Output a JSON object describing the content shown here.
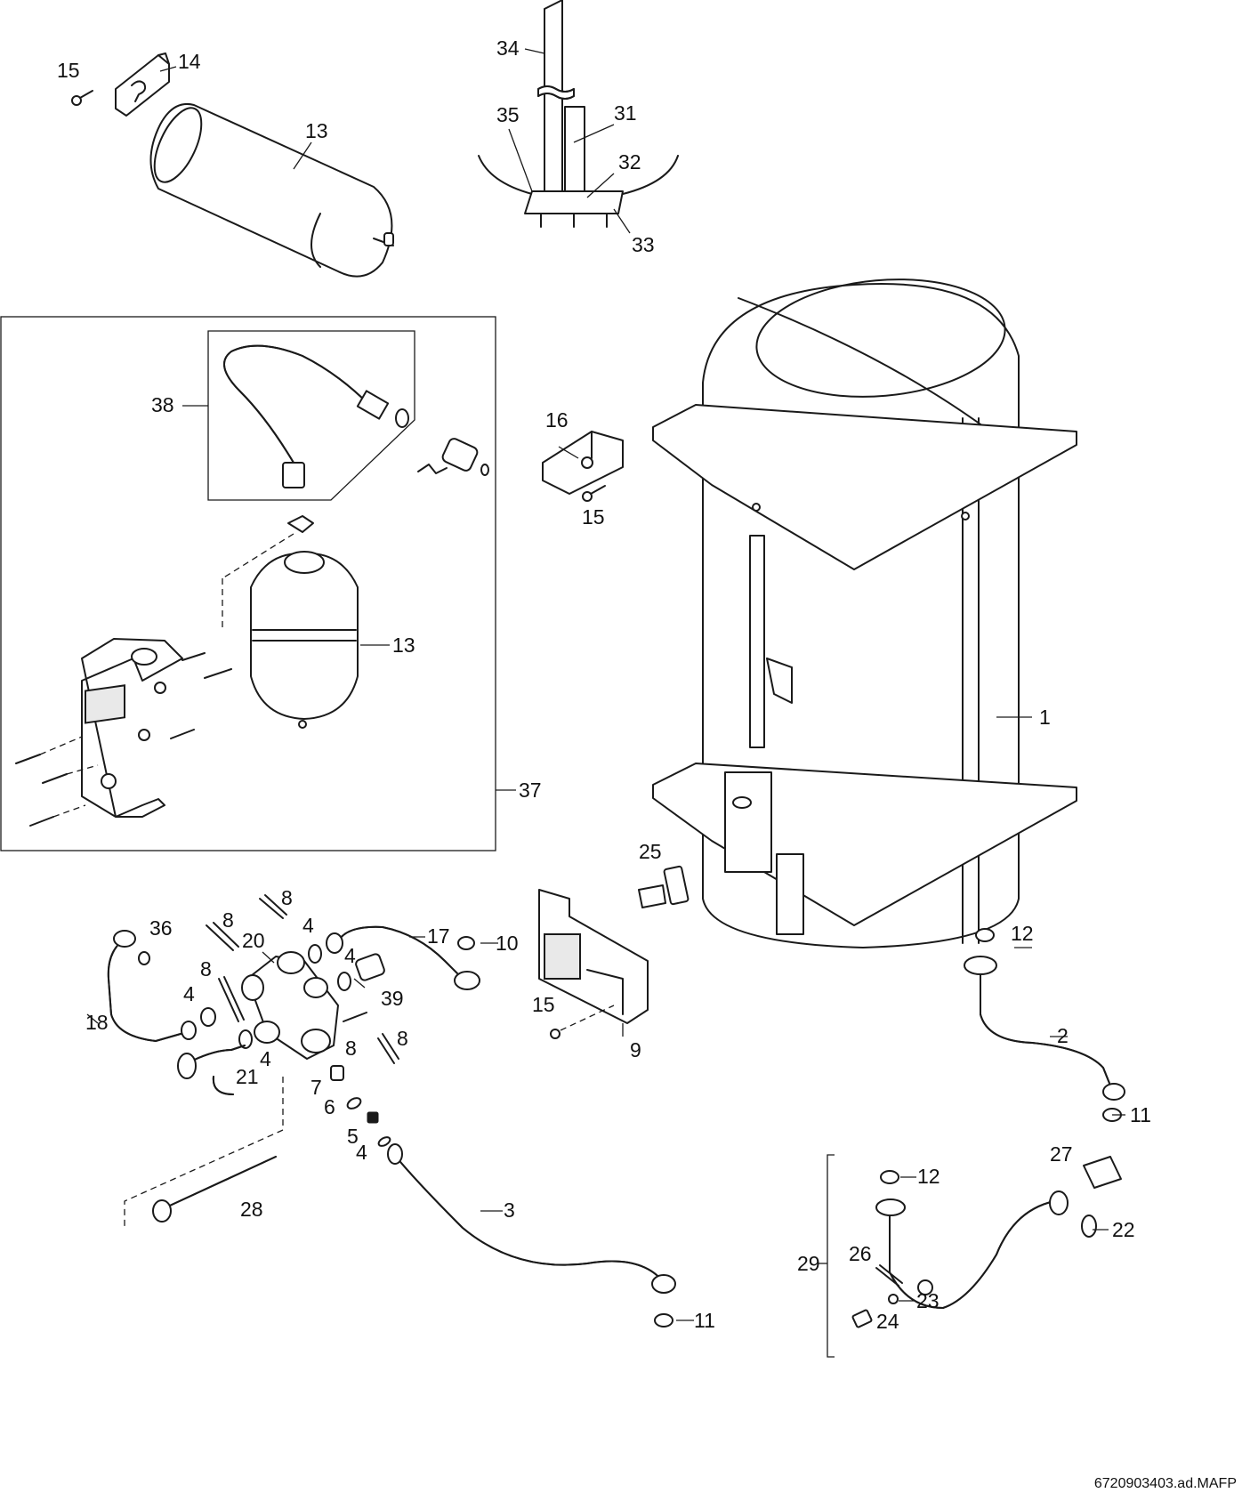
{
  "callouts": {
    "c1": "1",
    "c2": "2",
    "c3": "3",
    "c4a": "4",
    "c4b": "4",
    "c4c": "4",
    "c4d": "4",
    "c4e": "4",
    "c5": "5",
    "c6": "6",
    "c7": "7",
    "c8a": "8",
    "c8b": "8",
    "c8c": "8",
    "c8d": "8",
    "c8e": "8",
    "c9": "9",
    "c10": "10",
    "c11a": "11",
    "c11b": "11",
    "c12a": "12",
    "c12b": "12",
    "c13a": "13",
    "c13b": "13",
    "c14": "14",
    "c15a": "15",
    "c15b": "15",
    "c15c": "15",
    "c16": "16",
    "c17": "17",
    "c18": "18",
    "c20": "20",
    "c21": "21",
    "c22": "22",
    "c23": "23",
    "c24": "24",
    "c25": "25",
    "c26": "26",
    "c27": "27",
    "c28": "28",
    "c29": "29",
    "c31": "31",
    "c32": "32",
    "c33": "33",
    "c34": "34",
    "c35": "35",
    "c36": "36",
    "c37": "37",
    "c38": "38",
    "c39": "39"
  },
  "doc_reference": "6720903403.ad.MAFP"
}
